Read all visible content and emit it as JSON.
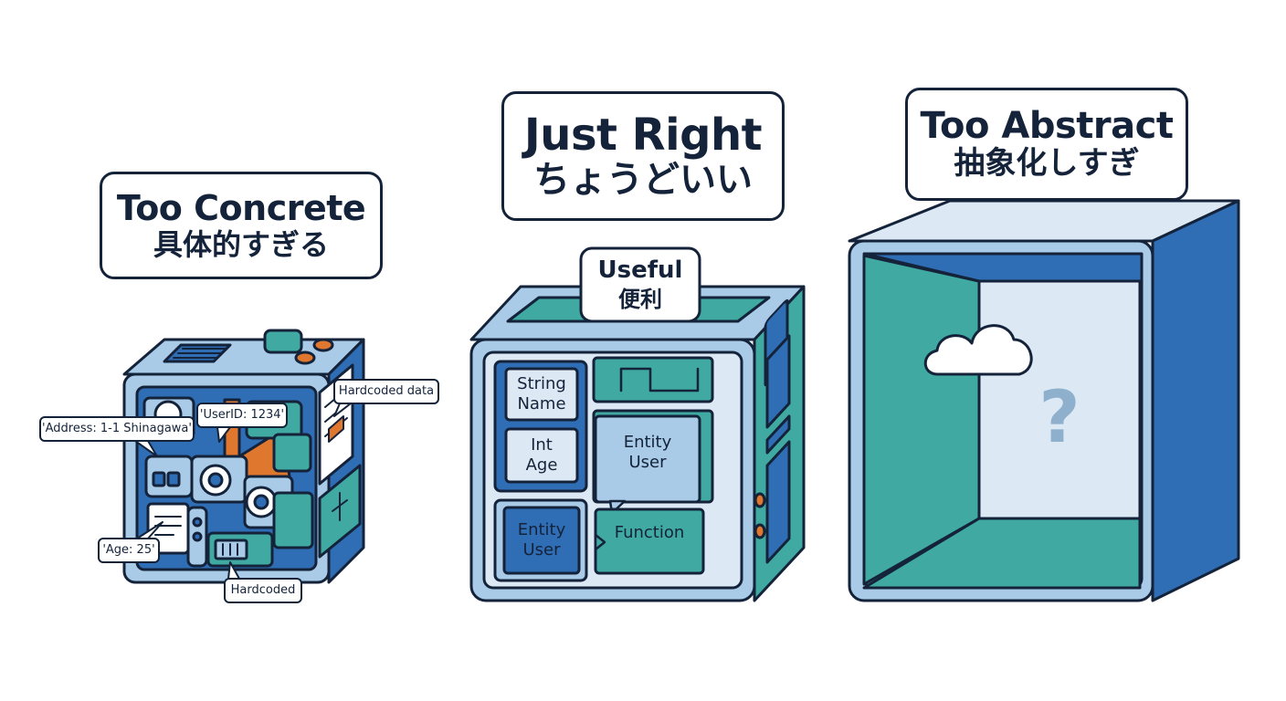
{
  "sections": {
    "concrete": {
      "title": "Too Concrete",
      "subtitle": "具体的すぎる"
    },
    "right": {
      "title": "Just Right",
      "subtitle": "ちょうどいい"
    },
    "abstract": {
      "title": "Too Abstract",
      "subtitle": "抽象化しすぎ"
    }
  },
  "concrete_callouts": {
    "hardcoded_data": "Hardcoded data",
    "user_id": "'UserID: 1234'",
    "address": "'Address: 1-1 Shinagawa'",
    "age": "'Age: 25'",
    "hardcoded": "Hardcoded"
  },
  "right_box": {
    "tag_en": "Useful",
    "tag_jp": "便利",
    "cells": {
      "string_name": "String\nName",
      "int_age": "Int\nAge",
      "entity_user_top": "Entity\nUser",
      "entity_user_bottom": "Entity\nUser",
      "function": "Function"
    }
  },
  "abstract_box": {
    "question": "?"
  },
  "colors": {
    "ink": "#14233a",
    "blue": "#2f6db5",
    "light_blue": "#a9cbe8",
    "pale": "#dce9f5",
    "teal": "#3fa9a2",
    "orange": "#e0772e",
    "white": "#ffffff"
  }
}
